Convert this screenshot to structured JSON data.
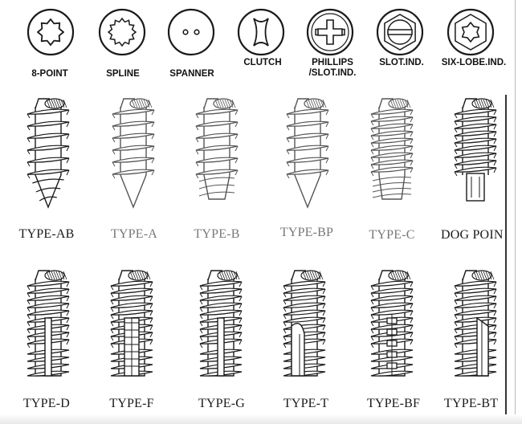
{
  "drive_types": [
    {
      "label": "8-POINT",
      "icon": "eight-point-icon"
    },
    {
      "label": "SPLINE",
      "icon": "spline-icon"
    },
    {
      "label": "SPANNER",
      "icon": "spanner-icon"
    },
    {
      "label": "CLUTCH",
      "icon": "clutch-icon"
    },
    {
      "label": "PHILLIPS\n/SLOT.IND.",
      "icon": "phillips-slot-icon"
    },
    {
      "label": "SLOT.IND.",
      "icon": "slot-ind-icon"
    },
    {
      "label": "SIX-LOBE.IND.",
      "icon": "six-lobe-icon"
    }
  ],
  "thread_types_row1": [
    {
      "label": "TYPE-AB",
      "tip": "gimlet",
      "tone": "dark"
    },
    {
      "label": "TYPE-A",
      "tip": "point",
      "tone": "grey"
    },
    {
      "label": "TYPE-B",
      "tip": "blunt",
      "tone": "grey"
    },
    {
      "label": "TYPE-BP",
      "tip": "cone",
      "tone": "grey"
    },
    {
      "label": "TYPE-C",
      "tip": "fine",
      "tone": "grey"
    },
    {
      "label": "DOG POIN",
      "tip": "dog",
      "tone": "dark"
    }
  ],
  "thread_types_row2": [
    {
      "label": "TYPE-D",
      "tip": "slot",
      "tone": "dark"
    },
    {
      "label": "TYPE-F",
      "tip": "flutes",
      "tone": "dark"
    },
    {
      "label": "TYPE-G",
      "tip": "slot",
      "tone": "dark"
    },
    {
      "label": "TYPE-T",
      "tip": "half",
      "tone": "dark"
    },
    {
      "label": "TYPE-BF",
      "tip": "notch",
      "tone": "dark"
    },
    {
      "label": "TYPE-BT",
      "tip": "cut",
      "tone": "dark"
    }
  ]
}
